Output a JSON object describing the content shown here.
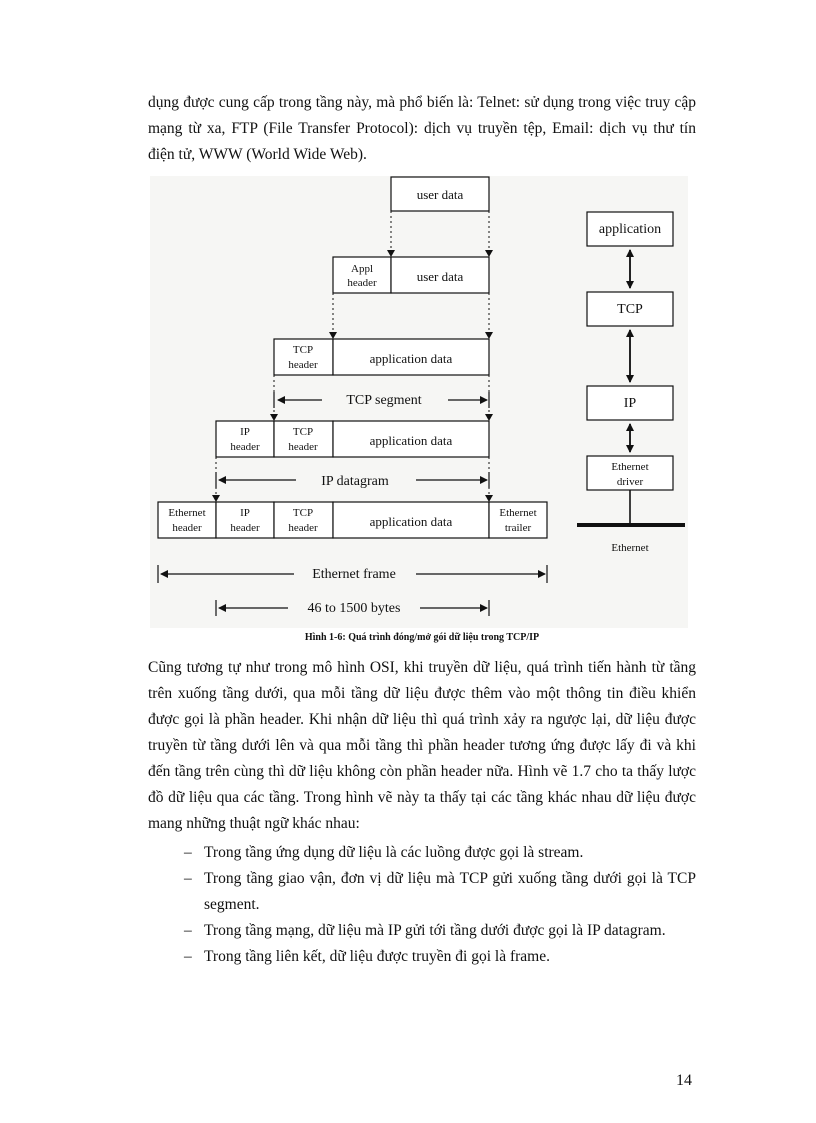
{
  "intro_paragraph": "dụng được cung cấp trong tầng này, mà phổ biến là: Telnet: sử dụng trong việc truy cập mạng từ xa, FTP (File Transfer Protocol): dịch vụ truyền tệp, Email: dịch vụ thư tín điện tử, WWW (World Wide Web).",
  "figure": {
    "user_data": "user data",
    "appl_header": [
      "Appl",
      "header"
    ],
    "tcp_header": [
      "TCP",
      "header"
    ],
    "ip_header": [
      "IP",
      "header"
    ],
    "ethernet_header": [
      "Ethernet",
      "header"
    ],
    "ethernet_trailer": [
      "Ethernet",
      "trailer"
    ],
    "application_data": "application data",
    "tcp_segment": "TCP segment",
    "ip_datagram": "IP datagram",
    "ethernet_frame": "Ethernet frame",
    "byte_range": "46 to 1500 bytes",
    "stack": {
      "application": "application",
      "tcp": "TCP",
      "ip": "IP",
      "ethernet_driver": [
        "Ethernet",
        "driver"
      ],
      "ethernet": "Ethernet"
    }
  },
  "caption": "Hình 1-6: Quá trình đóng/mở gói dữ liệu trong TCP/IP",
  "body_paragraph": "Cũng tương tự  như trong mô hình OSI, khi truyền dữ liệu, quá trình tiến hành từ tầng trên xuống tầng dưới, qua mỗi tầng dữ liệu được thêm vào một thông tin điều khiển được gọi là phần header. Khi nhận dữ liệu thì quá trình xảy ra ngược lại, dữ liệu được truyền từ tầng dưới lên và qua mỗi tầng thì phần header tương ứng được lấy đi và khi đến tầng trên cùng thì dữ liệu không còn phần header nữa. Hình vẽ 1.7 cho ta thấy lược đồ dữ liệu qua các tầng. Trong hình vẽ này ta thấy tại các tầng khác nhau dữ liệu được mang những thuật ngữ khác nhau:",
  "bullets": [
    "Trong tầng ứng dụng dữ liệu là các luồng được gọi là stream.",
    "Trong tầng giao vận, đơn vị dữ liệu mà TCP gửi xuống tầng dưới gọi là TCP segment.",
    "Trong tầng mạng, dữ liệu mà IP gửi tới tầng dưới được gọi là IP datagram.",
    "Trong tầng liên kết, dữ liệu được truyền đi gọi là frame."
  ],
  "page_number": "14"
}
